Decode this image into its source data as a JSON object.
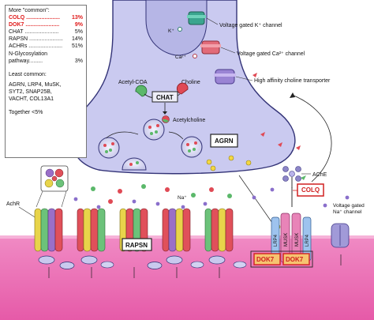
{
  "legend": {
    "more_common_heading": "More \"common\":",
    "more_common": [
      {
        "name": "COLQ",
        "value": "13%",
        "highlight": true
      },
      {
        "name": "DOK7",
        "value": "9%",
        "highlight": true
      },
      {
        "name": "CHAT",
        "value": "5%",
        "highlight": false
      },
      {
        "name": "RAPSN",
        "value": "14%",
        "highlight": false
      },
      {
        "name": "ACHRs",
        "value": "51%",
        "highlight": false
      }
    ],
    "glyco_line1": "N-Glycosylation",
    "glyco_line2": "pathway",
    "glyco_value": "3%",
    "least_common_heading": "Least common:",
    "least_common_lines": [
      "AGRN, LRP4, MuSK,",
      "SYT2, SNAP25B,",
      "VACHT, COL13A1"
    ],
    "together": "Together <5%"
  },
  "labels": {
    "k_ion": "K⁺",
    "ca_ion": "Ca²⁺",
    "na_ion": "Na⁺",
    "voltage_k_channel": "Voltage gated K⁺ channel",
    "voltage_ca_channel": "Voltage gated Ca²⁺ channel",
    "choline_transporter": "High affinity choline transporter",
    "acetyl_coa": "Acetyl-COA",
    "choline": "Choline",
    "chat": "CHAT",
    "acetylcholine": "Acetylcholine",
    "agrn": "AGRN",
    "ache": "AChE",
    "colq": "COLQ",
    "achr": "AchR",
    "rapsn": "RAPSN",
    "dok7_left": "DOK7",
    "dok7_right": "DOK7",
    "lrp4_left": "LRP4",
    "musk_left": "MUSK",
    "musk_right": "MUSK",
    "lrp4_right": "LRP4",
    "voltage_na_line1": "Voltage gated",
    "voltage_na_line2": "Na⁺ channel"
  },
  "colors": {
    "terminal": "#c8c8ec",
    "terminal_edge": "#3a3a8a",
    "muscle": "#ea68b4",
    "muscle_top": "#f294ca",
    "achr_red": "#e0505a",
    "achr_yellow": "#e8d44a",
    "achr_green": "#6cc27a",
    "achr_purple": "#9a6fc8",
    "highlight_red": "#e01b1b"
  }
}
